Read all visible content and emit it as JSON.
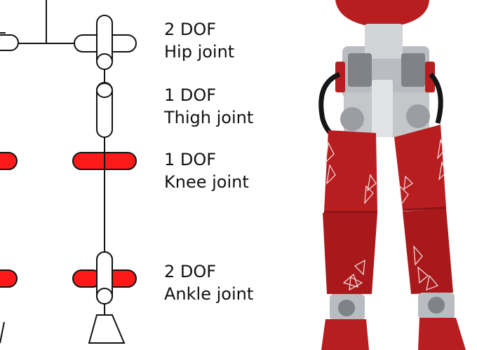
{
  "joints": [
    {
      "dof": "2 DOF",
      "name": "Hip joint"
    },
    {
      "dof": "1 DOF",
      "name": "Thigh joint"
    },
    {
      "dof": "1 DOF",
      "name": "Knee joint"
    },
    {
      "dof": "2 DOF",
      "name": "Ankle joint"
    }
  ],
  "colors": {
    "actuator_red": "#ff1a1a",
    "line": "#111111",
    "robot_red": "#b81d1f",
    "robot_red_dark": "#8e1214",
    "metal": "#b9bcc0",
    "metal_dark": "#7f8387"
  }
}
